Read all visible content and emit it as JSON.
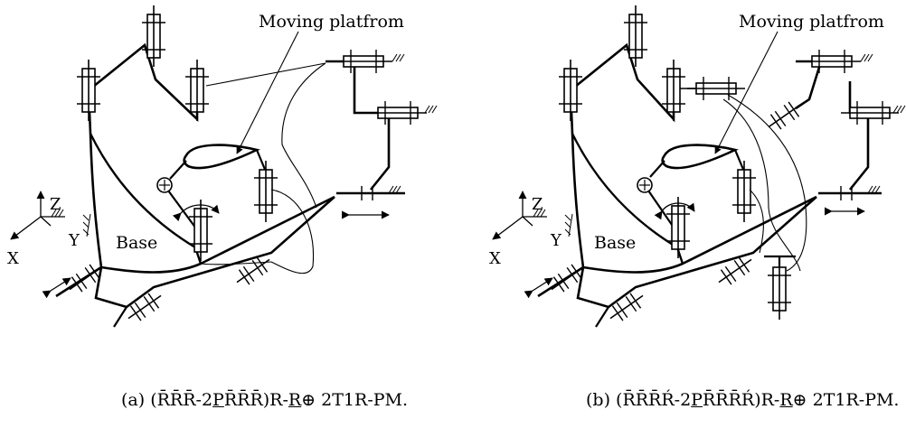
{
  "panel_a": {
    "moving_label": "Moving platfrom",
    "base_label": "Base",
    "axis_z": "Z",
    "axis_y": "Y",
    "axis_x": "X",
    "caption": {
      "p1": "(a) (R̄R̄R̄-2",
      "p2": "P",
      "p3": "R̄R̄R̄)R-",
      "p4": "R",
      "p5": "⊕ 2T1R-PM."
    }
  },
  "panel_b": {
    "moving_label": "Moving platfrom",
    "base_label": "Base",
    "axis_z": "Z",
    "axis_y": "Y",
    "axis_x": "X",
    "caption": {
      "p1": "(b) (R̄R̄R̄Ŕ-2",
      "p2": "P",
      "p3": "R̄R̄R̄Ŕ)R-",
      "p4": "R",
      "p5": "⊕ 2T1R-PM."
    }
  }
}
